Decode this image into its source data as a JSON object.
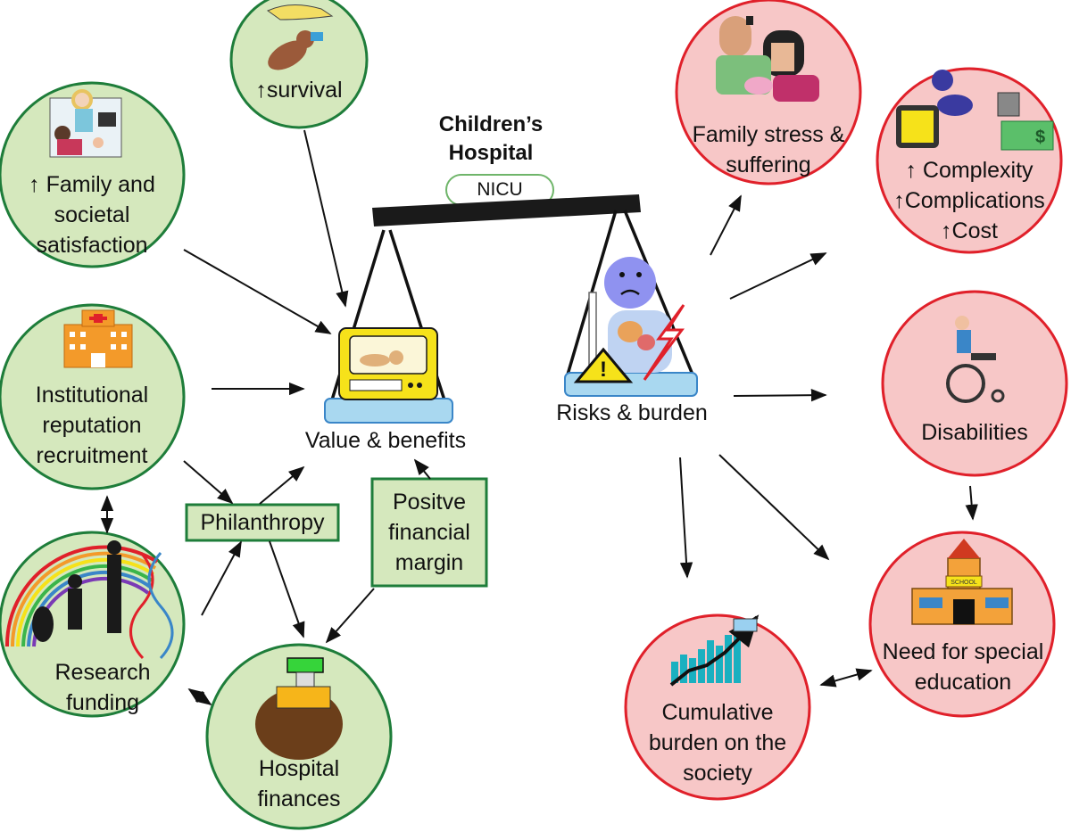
{
  "title": {
    "lines": [
      "Children’s",
      "Hospital"
    ]
  },
  "nicu_label": "NICU",
  "scale": {
    "left_pan": "Value & benefits",
    "right_pan": "Risks & burden"
  },
  "benefit_nodes": {
    "survival": {
      "lines": [
        "↑survival"
      ]
    },
    "family_satisfaction": {
      "lines": [
        "↑ Family and",
        "societal",
        "satisfaction"
      ]
    },
    "institutional": {
      "lines": [
        "Institutional",
        "reputation",
        "recruitment"
      ]
    },
    "research": {
      "lines": [
        "Research",
        "funding"
      ]
    },
    "finances": {
      "lines": [
        "Hospital",
        "finances"
      ]
    }
  },
  "benefit_boxes": {
    "philanthropy": {
      "lines": [
        "Philanthropy"
      ]
    },
    "margin": {
      "lines": [
        "Positve",
        "financial",
        "margin"
      ]
    }
  },
  "burden_nodes": {
    "family_stress": {
      "lines": [
        "Family stress &",
        "suffering"
      ]
    },
    "complexity": {
      "lines": [
        "↑ Complexity",
        "↑Complications",
        "↑Cost"
      ]
    },
    "disabilities": {
      "lines": [
        "Disabilities"
      ]
    },
    "special_education": {
      "lines": [
        "Need for special",
        "education"
      ]
    },
    "cumulative": {
      "lines": [
        "Cumulative",
        "burden on the",
        "society"
      ]
    }
  },
  "icons": {
    "school_sign": "SCHOOL",
    "dollar_sign": "$"
  },
  "colors": {
    "benefit_fill": "#d5e8bd",
    "benefit_stroke": "#1e7d3a",
    "burden_fill": "#f7c7c7",
    "burden_stroke": "#e0202a",
    "pan_fill": "#a9d8f0",
    "arrow": "#111111"
  }
}
